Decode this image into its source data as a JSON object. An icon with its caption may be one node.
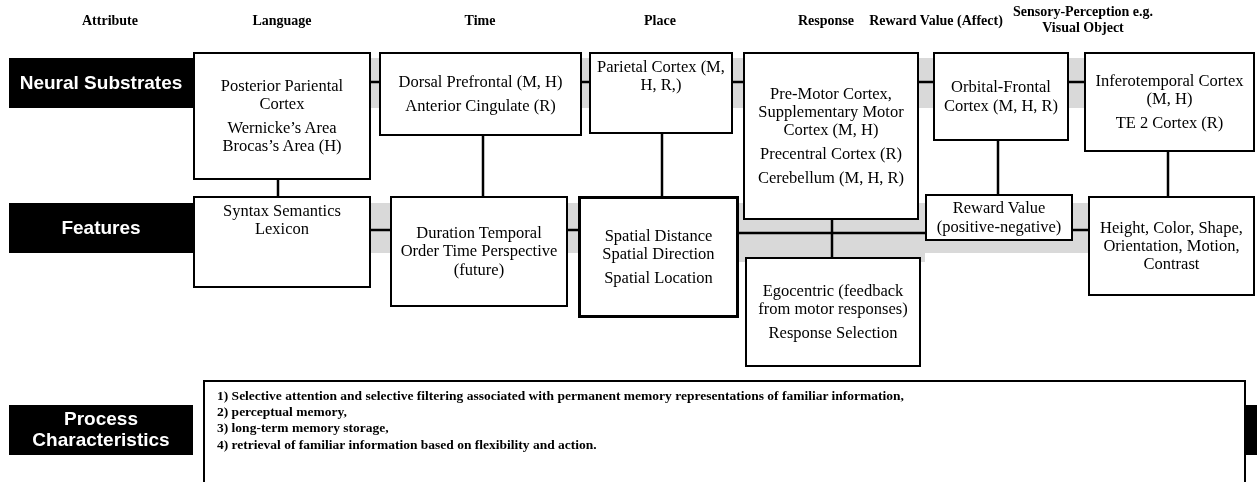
{
  "diagram": {
    "nodes": [
      {
        "text": [
          "Neural Substrates"
        ]
      },
      {
        "text": [
          "Posterior Pariental Cortex",
          "Wernicke’s Area Brocas’s Area (H)"
        ]
      },
      {
        "text": [
          "Dorsal Prefrontal (M, H)",
          "Anterior Cingulate (R)"
        ]
      },
      {
        "text": [
          "Parietal Cortex (M, H, R,)"
        ]
      },
      {
        "text": [
          "Pre-Motor Cortex, Supplementary Motor Cortex (M, H)",
          "Precentral Cortex (R)",
          "Cerebellum (M, H, R)"
        ]
      },
      {
        "text": [
          "Orbital-Frontal Cortex (M, H, R)"
        ]
      },
      {
        "text": [
          "Inferotemporal Cortex (M, H)",
          "TE 2 Cortex (R)"
        ]
      },
      {
        "text": [
          "Features"
        ]
      },
      {
        "text": [
          "Syntax Semantics Lexicon"
        ]
      },
      {
        "text": [
          "Duration Temporal Order Time Perspective (future)"
        ]
      },
      {
        "text": [
          "Spatial Distance Spatial Direction",
          "Spatial Location"
        ]
      },
      {
        "text": [
          "Egocentric (feedback from motor responses)",
          "Response Selection"
        ]
      },
      {
        "text": [
          "Reward Value (positive-negative)"
        ]
      },
      {
        "text": [
          "Height, Color, Shape, Orientation, Motion, Contrast"
        ]
      },
      {
        "text": [
          "Process Characteristics"
        ]
      },
      {
        "text": [
          "1) Selective attention and selective filtering associated with permanent memory representations of familiar information,",
          "2) perceptual memory,",
          "3) long-term memory storage,",
          "4) retrieval of familiar information based on flexibility and action."
        ]
      }
    ],
    "edges": [
      {
        "from": 1,
        "to": 2,
        "arrow": "none"
      },
      {
        "from": 2,
        "to": 3,
        "arrow": "none"
      },
      {
        "from": 3,
        "to": 4,
        "arrow": "none"
      },
      {
        "from": 4,
        "to": 5,
        "arrow": "none"
      },
      {
        "from": 5,
        "to": 6,
        "arrow": "none"
      },
      {
        "from": 1,
        "to": 8,
        "arrow": "none"
      },
      {
        "from": 2,
        "to": 9,
        "arrow": "none"
      },
      {
        "from": 3,
        "to": 10,
        "arrow": "none"
      },
      {
        "from": 4,
        "to": 11,
        "arrow": "none"
      },
      {
        "from": 5,
        "to": 12,
        "arrow": "none"
      },
      {
        "from": 6,
        "to": 13,
        "arrow": "none"
      },
      {
        "from": 8,
        "to": 9,
        "arrow": "none"
      },
      {
        "from": 9,
        "to": 10,
        "arrow": "none"
      },
      {
        "from": 10,
        "to": 12,
        "arrow": "none"
      },
      {
        "from": 12,
        "to": 13,
        "arrow": "none"
      }
    ],
    "labels": [
      "Attribute",
      "Language",
      "Time",
      "Place",
      "Response",
      "Reward Value (Affect)",
      "Sensory-Perception e.g. Visual Object"
    ]
  }
}
